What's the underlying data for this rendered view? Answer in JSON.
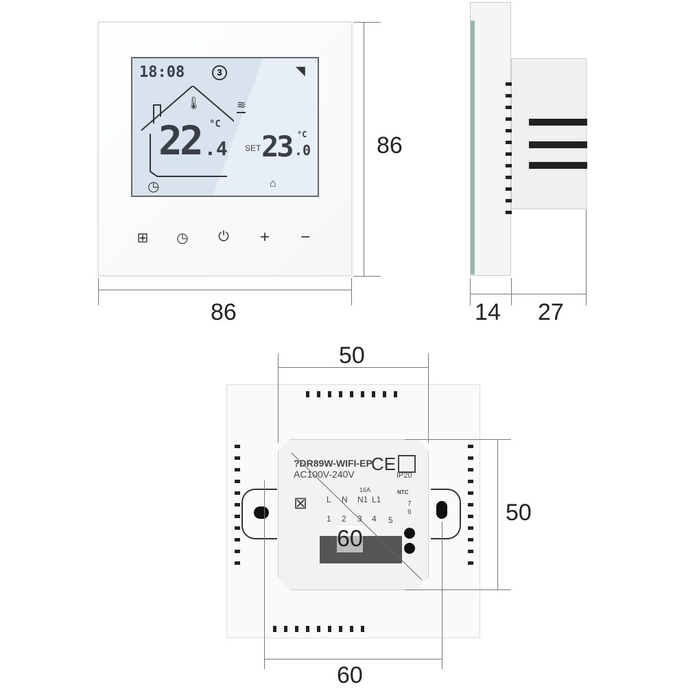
{
  "front": {
    "time": "18:08",
    "program": "3",
    "room_temp": "22",
    "room_temp_decimal": ".4",
    "unit": "°C",
    "set_label": "SET",
    "set_temp": "23",
    "set_temp_decimal": ".0",
    "buttons": [
      {
        "icon": "menu-icon",
        "glyph": "⊞"
      },
      {
        "icon": "clock-icon",
        "glyph": "◷"
      },
      {
        "icon": "power-icon",
        "glyph": "⏻"
      },
      {
        "icon": "plus-icon",
        "glyph": "+"
      },
      {
        "icon": "minus-icon",
        "glyph": "−"
      }
    ]
  },
  "dimensions": {
    "front_width": "86",
    "front_height": "86",
    "side_front": "14",
    "side_back": "27",
    "back_top": "50",
    "back_right": "50",
    "back_bottom": "60",
    "back_diagonal": "60"
  },
  "module": {
    "model": "?DR89W-WIFI-EP",
    "voltage": "AC100V-240V",
    "ce": "CE",
    "ip": "IP20",
    "current": "16A",
    "ntc": "NTC",
    "terminals": [
      {
        "name": "L",
        "num": "1"
      },
      {
        "name": "N",
        "num": "2"
      },
      {
        "name": "N1",
        "num": "3"
      },
      {
        "name": "L1",
        "num": "4"
      },
      {
        "name": "",
        "num": "5"
      }
    ],
    "ntc_terms": [
      "7",
      "6"
    ]
  }
}
